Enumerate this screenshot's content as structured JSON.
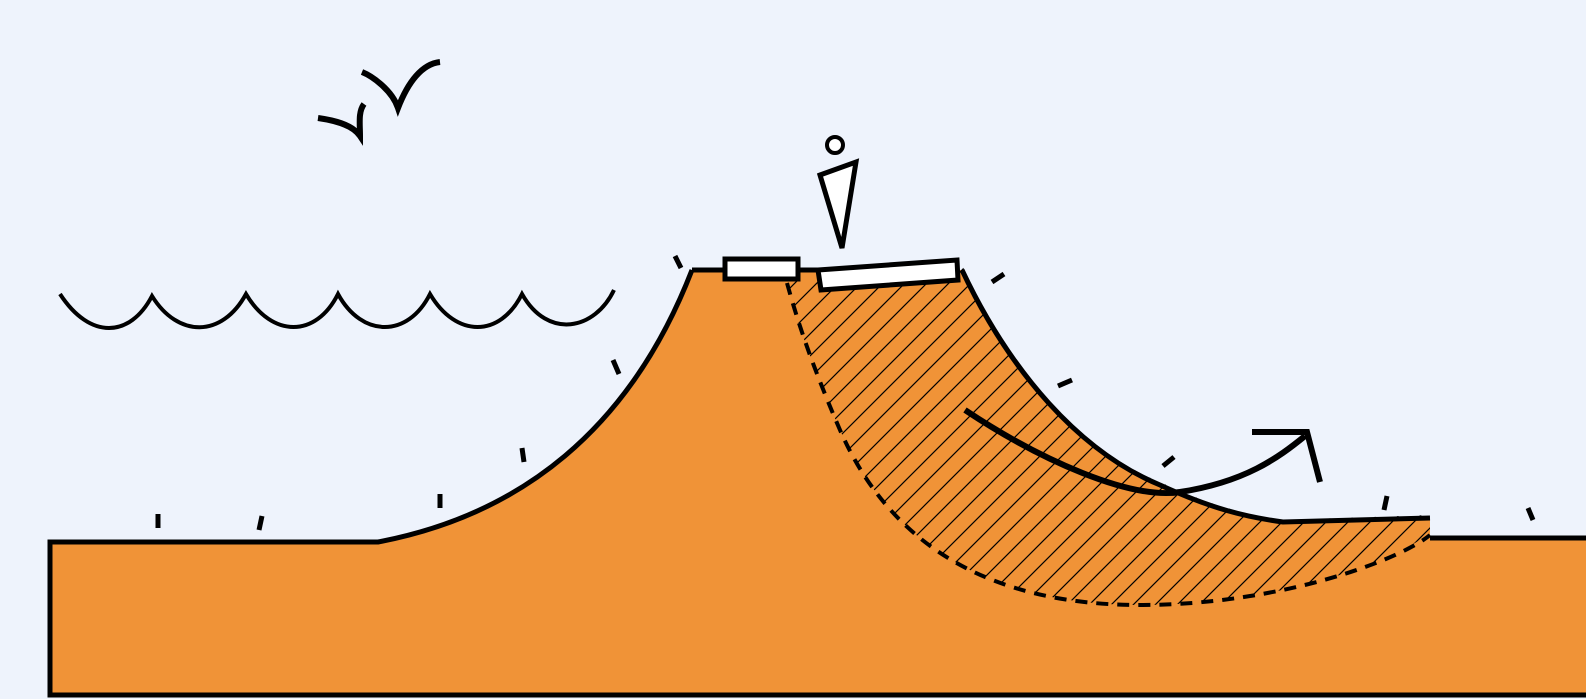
{
  "diagram": {
    "subject": "",
    "elements": [
      "sky-background",
      "water-waves",
      "birds",
      "levee-embankment",
      "levee-crest-slab-left",
      "levee-crest-slab-right",
      "person-icon",
      "slip-surface",
      "slide-mass-hatching",
      "movement-arrow",
      "grass-tufts"
    ]
  },
  "colors": {
    "sky": "#eef3fc",
    "soil": "#f09337",
    "stroke": "#000000",
    "slab_fill": "#ffffff"
  },
  "icons": {
    "person": "person-icon",
    "birds": "bird-icon",
    "arrow": "arrow-icon"
  }
}
